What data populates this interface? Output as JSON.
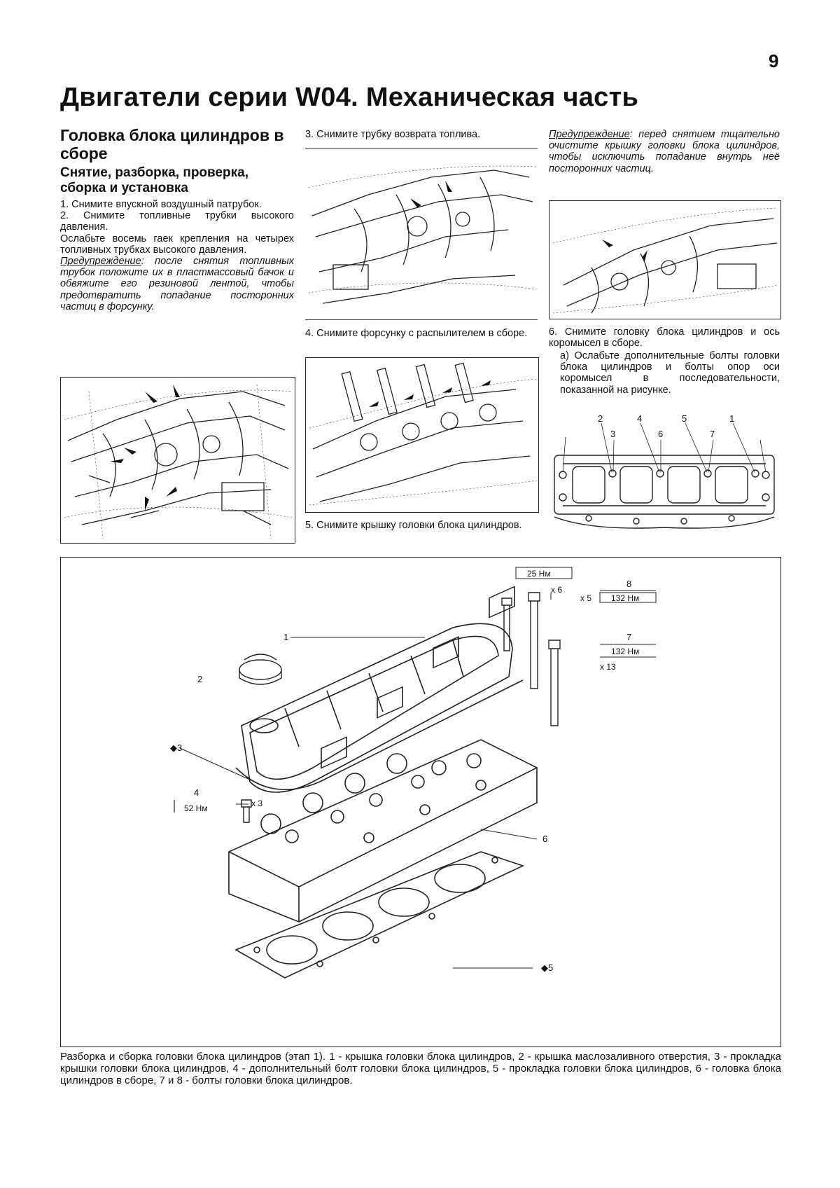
{
  "page": {
    "number": "9",
    "title": "Двигатели серии W04. Механическая часть"
  },
  "section": {
    "heading": "Головка блока цилиндров в сборе",
    "subheading": "Снятие, разборка, проверка, сборка и установка"
  },
  "steps": {
    "s1": "1. Снимите впускной воздушный патрубок.",
    "s2": "2. Снимите топливные трубки высокого давления.",
    "s2_note": "Ослабьте восемь гаек крепления на четырех топливных трубках высокого давления.",
    "warn1_label": "Предупреждение",
    "warn1_text": ": после снятия топливных трубок положите их в пластмассовый бачок и обвяжите его резиновой лентой, чтобы предотвратить попадание посторонних частиц в форсунку.",
    "s3": "3. Снимите трубку возврата топлива.",
    "s4": "4. Снимите форсунку с распылителем в сборе.",
    "s5": "5. Снимите крышку головки блока цилиндров.",
    "warn2_label": "Предупреждение",
    "warn2_text": ": перед снятием тщательно очистите крышку головки блока цилиндров, чтобы исключить попадание внутрь неё посторонних частиц.",
    "s6": "6. Снимите головку блока цилиндров и ось коромысел в сборе.",
    "s6a": "а) Ослабьте дополнительные болты головки блока цилиндров и болты опор оси коромысел в последовательности, показанной на рисунке."
  },
  "sequence_figure": {
    "labels_top": [
      "2",
      "4",
      "5",
      "1"
    ],
    "labels_bottom": [
      "3",
      "6",
      "7"
    ]
  },
  "main_figure": {
    "callouts": {
      "c1": "1",
      "c2": "2",
      "c3": "◆3",
      "c4": "4",
      "c5": "◆5",
      "c6": "6",
      "c7": "7",
      "c8": "8"
    },
    "torques": {
      "t_cover": "25 Нм",
      "t_cover_qty": "x 6",
      "t_8": "132 Нм",
      "t_8_qty": "x 5",
      "t_7": "132 Нм",
      "t_7_qty": "x 13",
      "t_4": "52 Нм",
      "t_4_qty": "x 3"
    }
  },
  "caption": "Разборка и сборка головки блока цилиндров (этап 1). 1 - крышка головки блока цилиндров, 2 - крышка маслозаливного отверстия, 3 - прокладка крышки головки блока цилиндров, 4 - дополнительный болт головки блока цилиндров, 5 - прокладка головки блока цилиндров, 6 - головка блока цилиндров в сборе, 7 и 8 - болты головки блока цилиндров."
}
